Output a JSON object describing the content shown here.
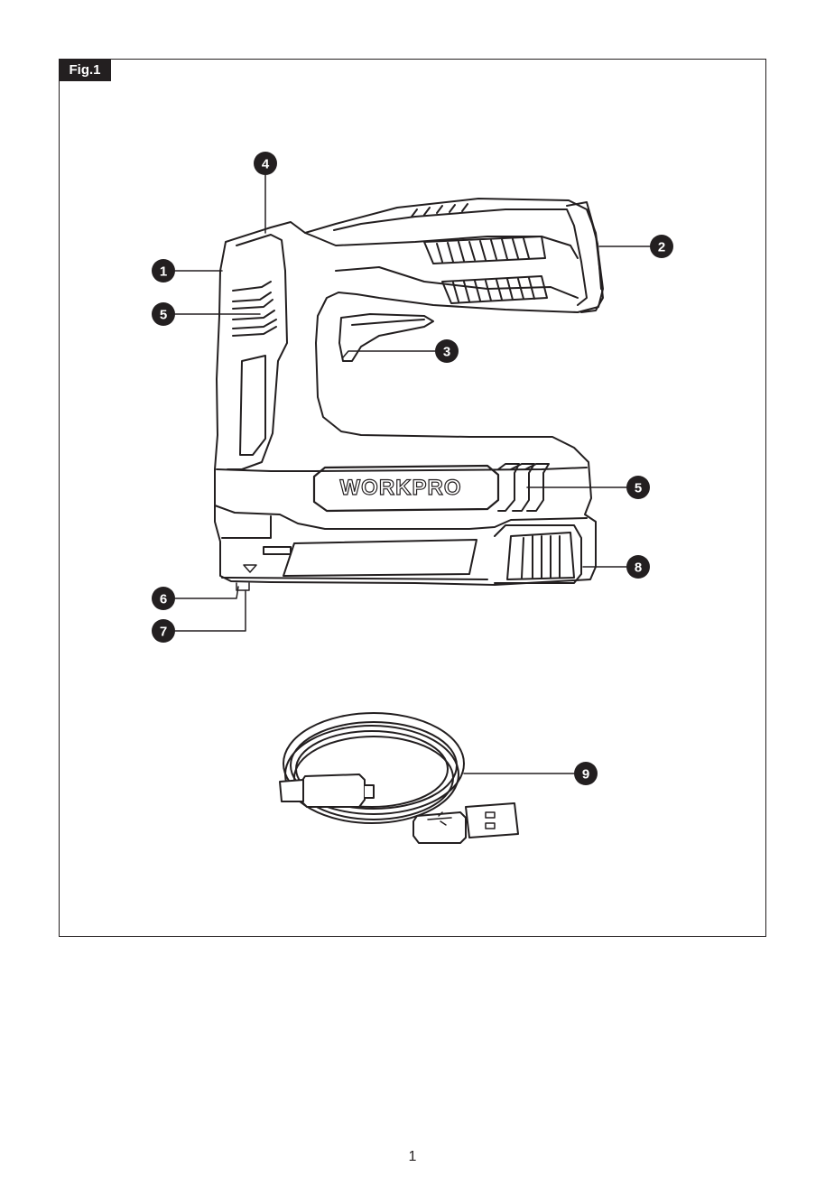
{
  "figure": {
    "label": "Fig.1",
    "brand_text": "WORKPRO"
  },
  "callouts": [
    "1",
    "2",
    "3",
    "4",
    "5",
    "5",
    "6",
    "7",
    "8",
    "9"
  ],
  "page_number": "1",
  "colors": {
    "ink": "#231f20",
    "paper": "#ffffff"
  }
}
